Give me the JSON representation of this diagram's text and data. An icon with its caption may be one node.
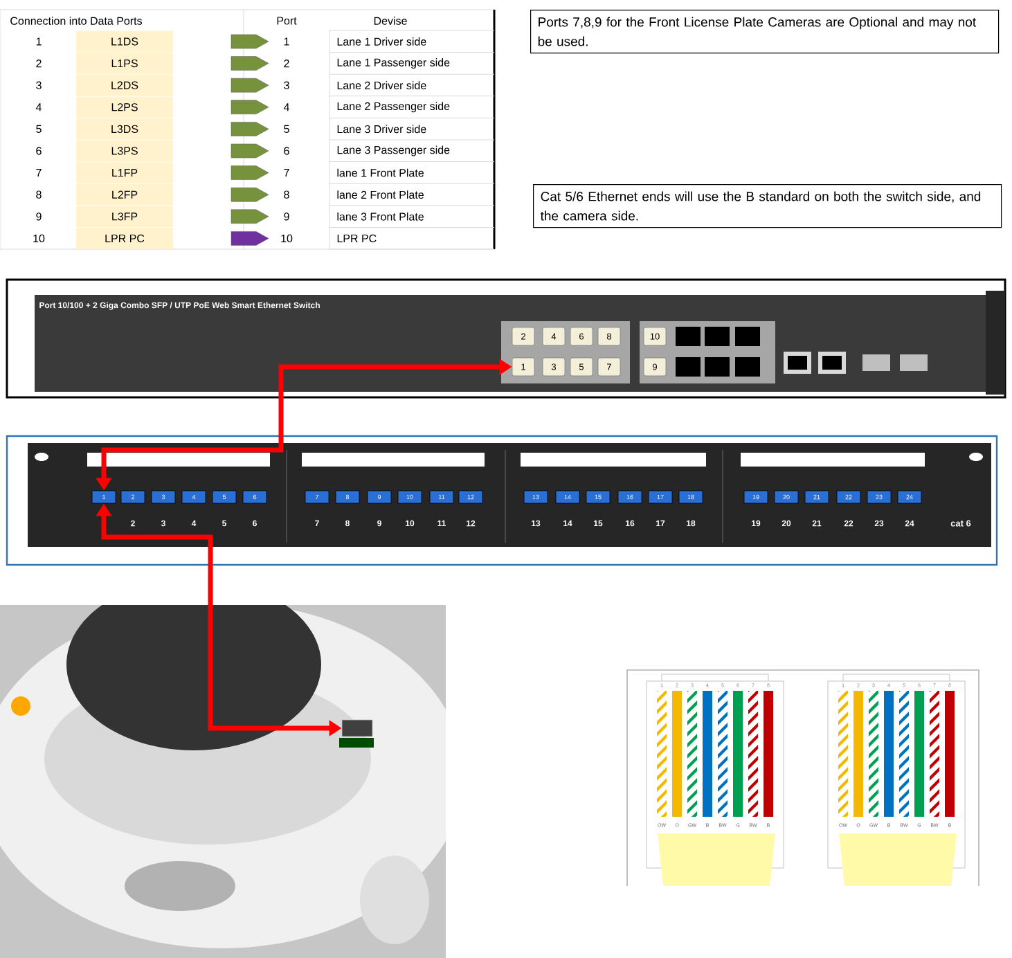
{
  "diagram": {
    "nodes": [
      {
        "text": [
          "Ports 7,8,9 for the Front License Plate Cameras are Optional and may not be used."
        ]
      },
      {
        "text": [
          "Cat 5/6 Ethernet ends will use the B standard on both the switch side, and the camera side."
        ]
      },
      {
        "text": [],
        "shape": "picture"
      },
      {
        "text": [
          "2"
        ],
        "in": 2
      },
      {
        "text": [
          "4"
        ],
        "in": 2
      },
      {
        "text": [
          "6"
        ],
        "in": 2
      },
      {
        "text": [
          "8"
        ],
        "in": 2
      },
      {
        "text": [
          "10"
        ],
        "in": 2
      },
      {
        "text": [
          "1"
        ],
        "in": 2
      },
      {
        "text": [
          "3"
        ],
        "in": 2
      },
      {
        "text": [
          "5"
        ],
        "in": 2
      },
      {
        "text": [
          "7"
        ],
        "in": 2
      },
      {
        "text": [
          "9"
        ],
        "in": 2
      },
      {
        "text": [],
        "shape": "picture"
      },
      {
        "text": [
          "1"
        ],
        "in": 13
      },
      {
        "text": [
          "2"
        ],
        "in": 13
      },
      {
        "text": [
          "3"
        ],
        "in": 13
      },
      {
        "text": [
          "4"
        ],
        "in": 13
      },
      {
        "text": [
          "5"
        ],
        "in": 13
      },
      {
        "text": [
          "6"
        ],
        "in": 13
      },
      {
        "text": [
          "7"
        ],
        "in": 13
      },
      {
        "text": [
          "8"
        ],
        "in": 13
      },
      {
        "text": [
          "9"
        ],
        "in": 13
      },
      {
        "text": [
          "10"
        ],
        "in": 13
      },
      {
        "text": [
          "11"
        ],
        "in": 13
      },
      {
        "text": [
          "12"
        ],
        "in": 13
      },
      {
        "text": [
          "13"
        ],
        "in": 13
      },
      {
        "text": [
          "14"
        ],
        "in": 13
      },
      {
        "text": [
          "15"
        ],
        "in": 13
      },
      {
        "text": [
          "16"
        ],
        "in": 13
      },
      {
        "text": [
          "17"
        ],
        "in": 13
      },
      {
        "text": [
          "18"
        ],
        "in": 13
      },
      {
        "text": [
          "19"
        ],
        "in": 13
      },
      {
        "text": [
          "20"
        ],
        "in": 13
      },
      {
        "text": [
          "21"
        ],
        "in": 13
      },
      {
        "text": [
          "22"
        ],
        "in": 13
      },
      {
        "text": [
          "23"
        ],
        "in": 13
      },
      {
        "text": [
          "24"
        ],
        "in": 13
      },
      {
        "text": [],
        "shape": "picture"
      },
      {
        "text": [],
        "shape": "box",
        "in": 38
      }
    ],
    "edges": [
      {
        "from": 8,
        "to": 14,
        "arrow": "both"
      },
      {
        "from": 39,
        "to": 14,
        "arrow": "both"
      }
    ],
    "labels": [
      "Connection into Data Ports",
      "Port",
      "Devise",
      "1",
      "L1DS",
      "1",
      "Lane 1 Driver side",
      "2",
      "L1PS",
      "2",
      "Lane 1 Passenger side",
      "3",
      "L2DS",
      "3",
      "Lane 2 Driver side",
      "4",
      "L2PS",
      "4",
      "Lane 2 Passenger side",
      "5",
      "L3DS",
      "5",
      "Lane 3 Driver side",
      "6",
      "L3PS",
      "6",
      "Lane 3 Passenger side",
      "7",
      "L1FP",
      "7",
      "lane 1 Front Plate",
      "8",
      "L2FP",
      "8",
      "lane 2 Front Plate",
      "9",
      "L3FP",
      "9",
      "lane 3 Front Plate",
      "10",
      "LPR PC",
      "10",
      "LPR PC",
      "Port 10/100 + 2 Giga Combo SFP / UTP PoE Web Smart Ethernet Switch",
      "2",
      "3",
      "4",
      "5",
      "6",
      "7",
      "8",
      "9",
      "10",
      "11",
      "12",
      "13",
      "14",
      "15",
      "16",
      "17",
      "18",
      "19",
      "20",
      "21",
      "22",
      "23",
      "24",
      "cat 6",
      "1",
      "2",
      "3",
      "4",
      "5",
      "6",
      "7",
      "8",
      "1",
      "2",
      "3",
      "4",
      "5",
      "6",
      "7",
      "8",
      "OW",
      "O",
      "GW",
      "B",
      "BW",
      "G",
      "BW",
      "B",
      "OW",
      "O",
      "GW",
      "B",
      "BW",
      "G",
      "BW",
      "B"
    ]
  }
}
